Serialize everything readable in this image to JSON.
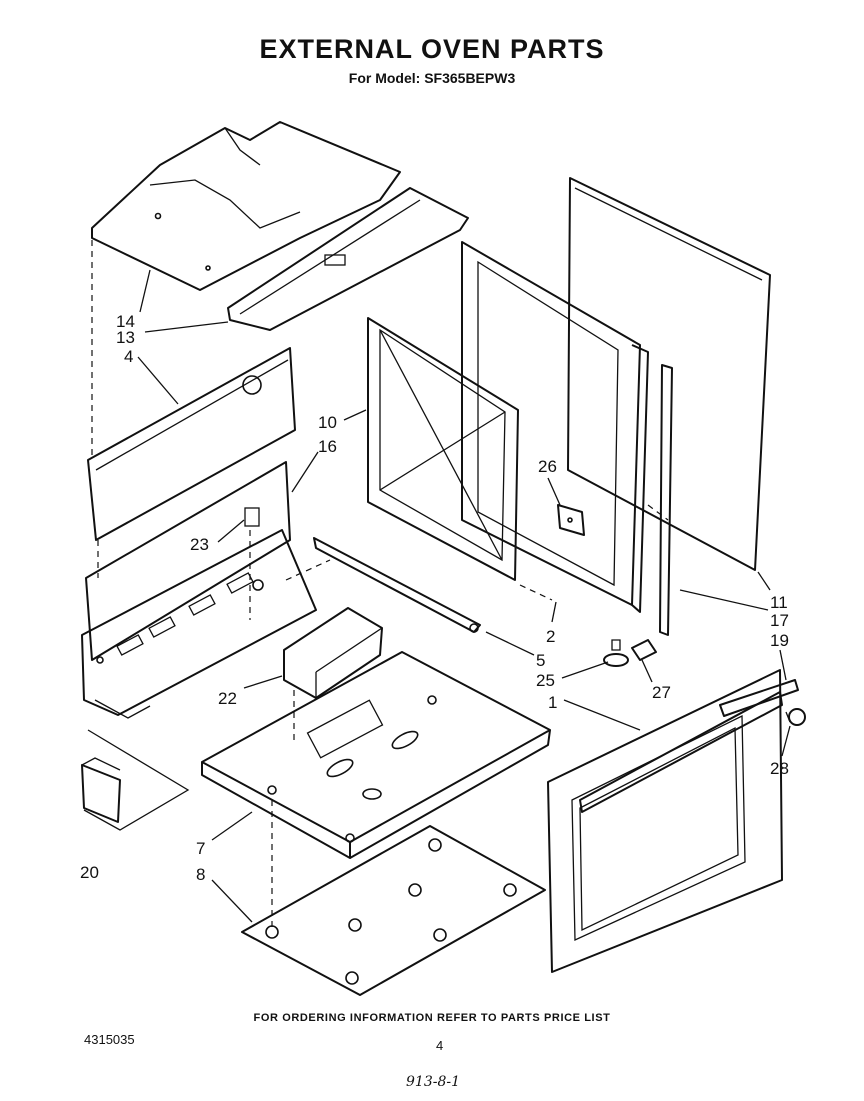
{
  "header": {
    "title": "EXTERNAL OVEN PARTS",
    "subtitle": "For Model: SF365BEPW3"
  },
  "callouts": [
    "14",
    "13",
    "4",
    "10",
    "16",
    "26",
    "23",
    "11",
    "17",
    "19",
    "2",
    "5",
    "25",
    "27",
    "1",
    "22",
    "28",
    "7",
    "20",
    "8"
  ],
  "footer": {
    "ordering_note": "FOR ORDERING INFORMATION REFER TO PARTS PRICE LIST",
    "document_number": "4315035",
    "page_number": "4",
    "handwritten_note": "913-8-1"
  }
}
